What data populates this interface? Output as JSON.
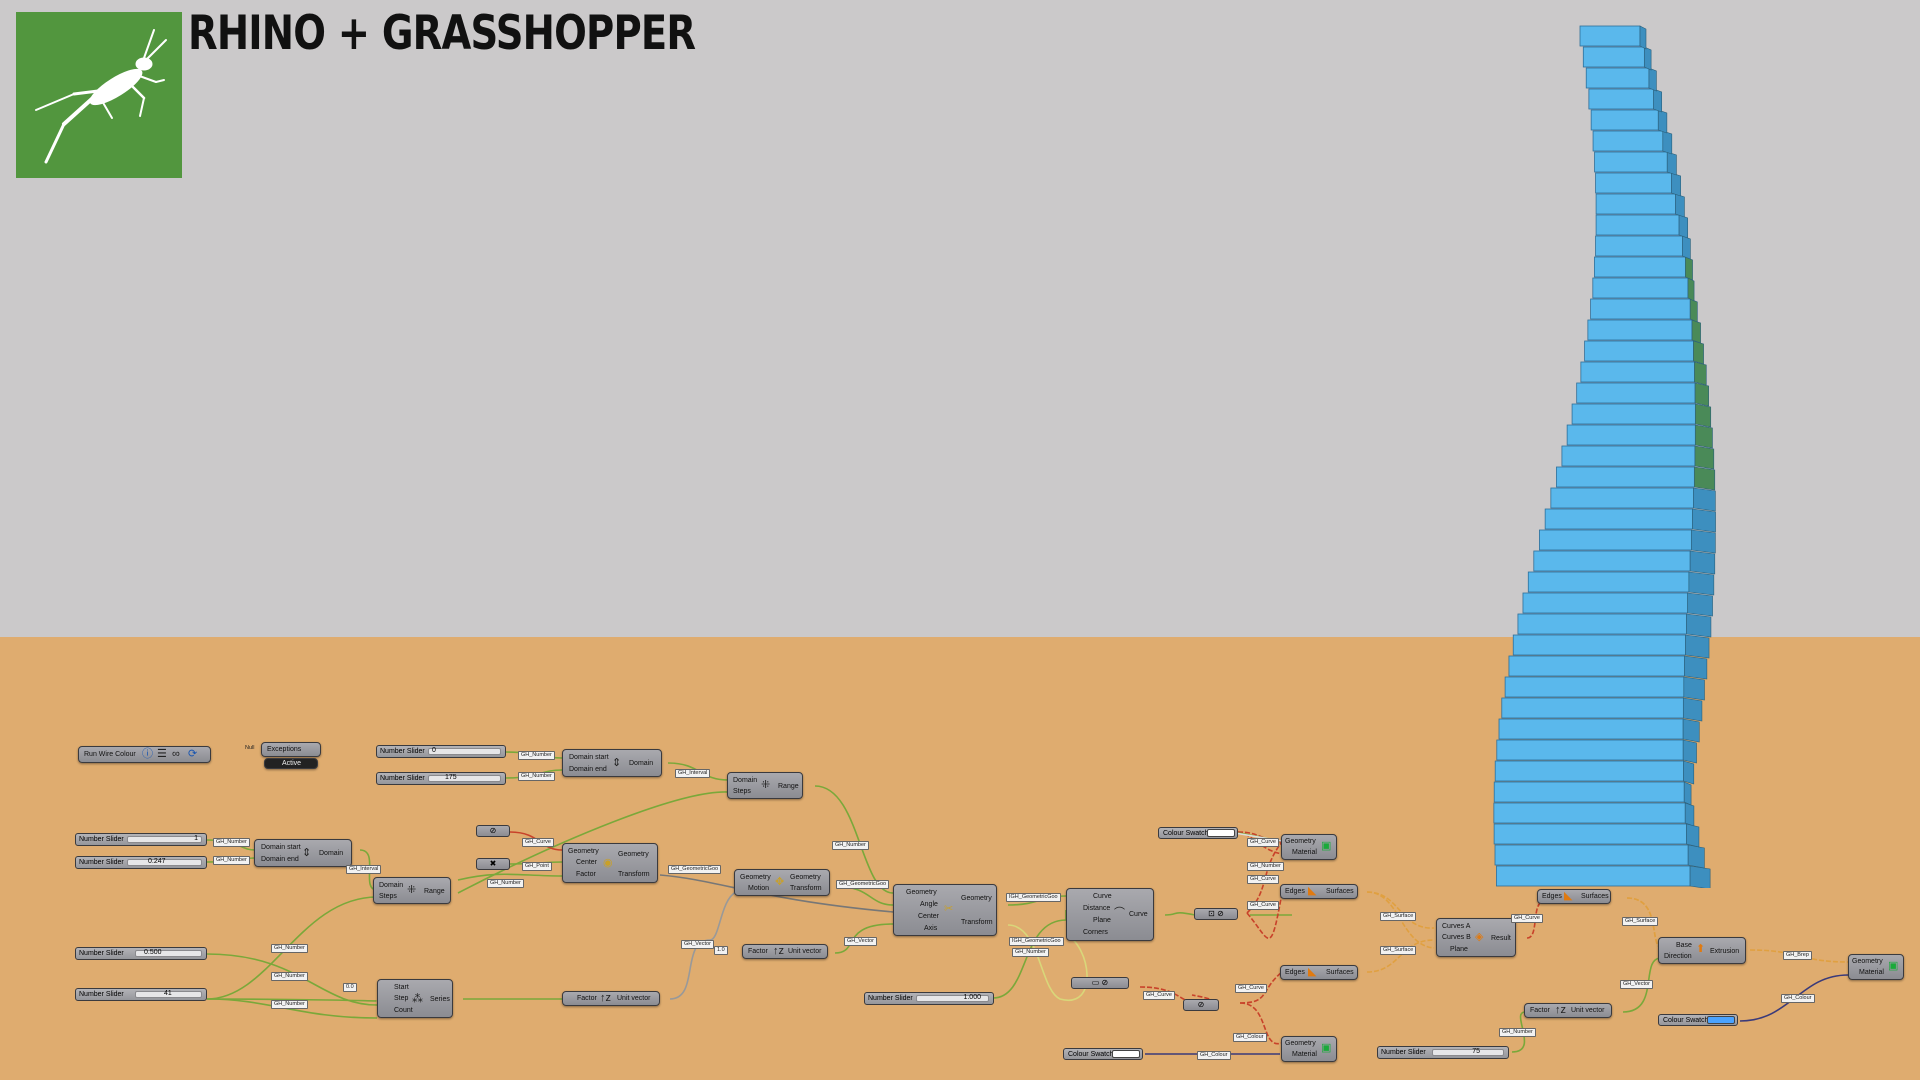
{
  "header": {
    "title": "RHINO + GRASSHOPPER",
    "logo_icon": "grasshopper-icon"
  },
  "colors": {
    "sky": "#cbc9ca",
    "ground": "#dfac6f",
    "logo_bg": "#52963e",
    "tower_face": "#5ab8ec",
    "tower_side": "#4a8a58",
    "wire": "#7aa83a",
    "wire_highlight": "#c87a2e"
  },
  "canvas": {
    "run_wire_colour": "Run Wire Colour",
    "exceptions_null": "Null",
    "exceptions_label": "Exceptions",
    "exceptions_active": "Active",
    "sliders": [
      {
        "name": "Number Slider",
        "value": "0"
      },
      {
        "name": "Number Slider",
        "value": "175"
      },
      {
        "name": "Number Slider",
        "value": "1"
      },
      {
        "name": "Number Slider",
        "value": "0.247"
      },
      {
        "name": "Number Slider",
        "value": "0.500"
      },
      {
        "name": "Number Slider",
        "value": "41"
      },
      {
        "name": "Number Slider",
        "value": "1.000"
      },
      {
        "name": "Number Slider",
        "value": "75"
      }
    ],
    "swatches": [
      "Colour Swatch",
      "Colour Swatch",
      "Colour Swatch"
    ],
    "components": {
      "domain1": {
        "in": [
          "Domain start",
          "Domain end"
        ],
        "out": "Domain"
      },
      "domain2": {
        "in": [
          "Domain start",
          "Domain end"
        ],
        "out": "Domain"
      },
      "range1": {
        "in": [
          "Domain",
          "Steps"
        ],
        "out": "Range"
      },
      "range2": {
        "in": [
          "Domain",
          "Steps"
        ],
        "out": "Range"
      },
      "scale": {
        "in": [
          "Geometry",
          "Center",
          "Factor"
        ],
        "out": [
          "Geometry",
          "Transform"
        ]
      },
      "move": {
        "in": [
          "Geometry",
          "Motion"
        ],
        "out": [
          "Geometry",
          "Transform"
        ]
      },
      "rotate": {
        "in": [
          "Geometry",
          "Angle",
          "Center",
          "Axis"
        ],
        "out": [
          "Geometry",
          "Transform"
        ]
      },
      "offset": {
        "in": [
          "Curve",
          "Distance",
          "Plane",
          "Corners"
        ],
        "out": "Curve"
      },
      "series": {
        "in": [
          "Start",
          "Step",
          "Count"
        ],
        "out": "Series"
      },
      "unit1": {
        "in": "Factor",
        "out": "Unit vector"
      },
      "unit2": {
        "in": "Factor",
        "out": "Unit vector"
      },
      "unit3": {
        "in": "Factor",
        "out": "Unit vector"
      },
      "edges1": {
        "in": "Edges",
        "out": "Surfaces"
      },
      "edges2": {
        "in": "Edges",
        "out": "Surfaces"
      },
      "edges3": {
        "in": "Edges",
        "out": "Surfaces"
      },
      "boolean": {
        "in": [
          "Curves A",
          "Curves B",
          "Plane"
        ],
        "out": "Result"
      },
      "extrusion": {
        "in": [
          "Base",
          "Direction"
        ],
        "out": "Extrusion"
      },
      "preview1": {
        "in": [
          "Geometry",
          "Material"
        ]
      },
      "preview2": {
        "in": [
          "Geometry",
          "Material"
        ]
      },
      "preview3": {
        "in": [
          "Geometry",
          "Material"
        ]
      }
    },
    "numbers": {
      "start_val": "0.0",
      "factor_val": "1.0"
    },
    "wire_tags": [
      "GH_Number",
      "GH_Number",
      "GH_Interval",
      "GH_Number",
      "GH_Number",
      "GH_Interval",
      "GH_Curve",
      "GH_Point",
      "GH_Number",
      "GH_GeometricGoo",
      "GH_Number",
      "GH_Vector",
      "GH_Vector",
      "GH_GeometricGoo",
      "IGH_GeometricGoo",
      "IGH_GeometricGoo",
      "GH_Number",
      "GH_Number",
      "GH_Number",
      "GH_Number",
      "GH_Curve",
      "GH_Curve",
      "GH_Colour",
      "GH_Curve",
      "GH_Curve",
      "GH_Curve",
      "GH_Surface",
      "GH_Surface",
      "GH_Curve",
      "GH_Surface",
      "GH_Vector",
      "GH_Number",
      "GH_Colour",
      "GH_Brep",
      "GH_Colour",
      "GH_Number"
    ]
  }
}
